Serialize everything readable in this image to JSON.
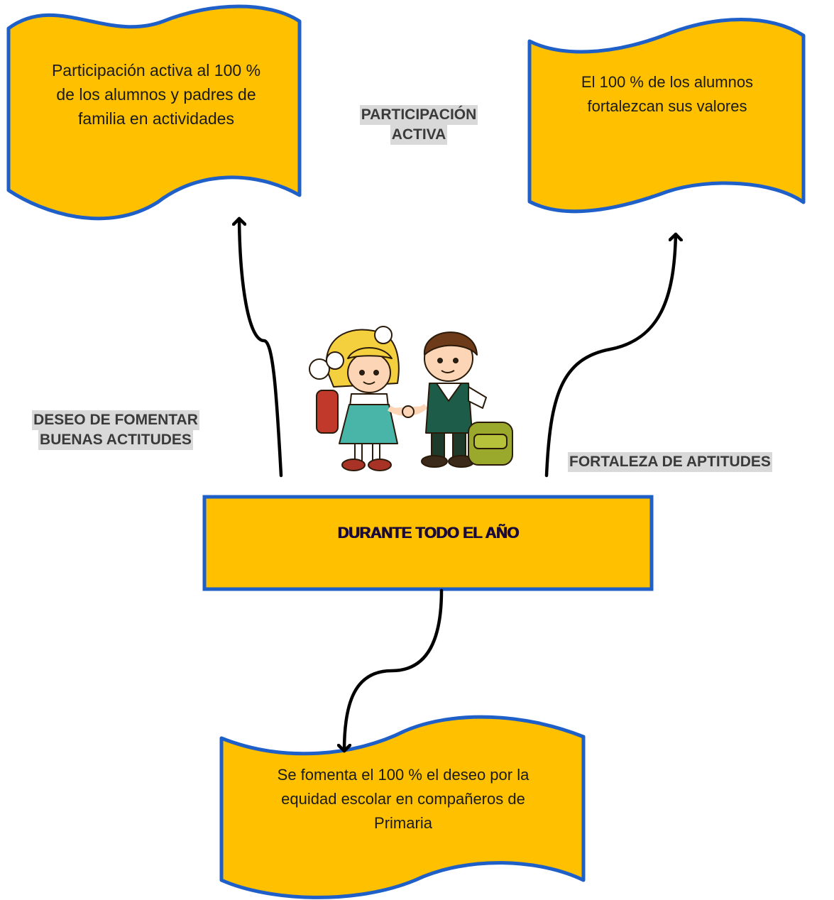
{
  "colors": {
    "box_fill": "#FFC000",
    "box_border": "#1F5FC8",
    "arrow": "#000000",
    "label_highlight": "#D9D9D9"
  },
  "boxes": {
    "top_left": {
      "lines": [
        "Participación activa al 100 %",
        "de los alumnos y padres de",
        "familia en actividades"
      ]
    },
    "top_right": {
      "lines": [
        "El 100 % de los alumnos",
        "fortalezcan sus valores"
      ]
    },
    "bottom": {
      "lines": [
        "Se fomenta el 100 % el deseo por la",
        "equidad escolar en compañeros de",
        "Primaria"
      ]
    },
    "center": {
      "title": "DURANTE TODO EL AÑO"
    }
  },
  "labels": {
    "participacion": [
      "PARTICIPACIÓN",
      "ACTIVA"
    ],
    "deseo": [
      "DESEO DE FOMENTAR",
      "BUENAS ACTITUDES"
    ],
    "fortaleza": [
      "FORTALEZA DE APTITUDES"
    ]
  },
  "illustration": {
    "icon": "children-holding-hands-clipart"
  }
}
